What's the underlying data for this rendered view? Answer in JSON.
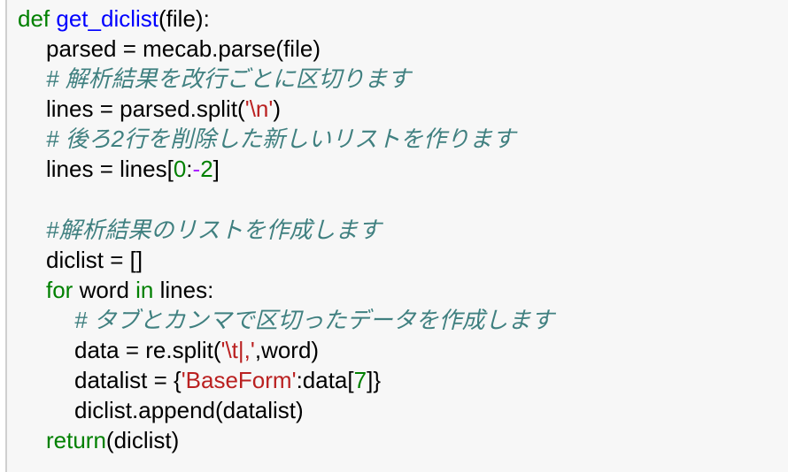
{
  "colors": {
    "keyword": "#008000",
    "function": "#0000ff",
    "string": "#ba2121",
    "number": "#008000",
    "operator": "#aa22ff",
    "comment": "#408080",
    "background": "#f7f7f7"
  },
  "code_lines": [
    {
      "indent": 0,
      "tokens": [
        [
          "k",
          "def"
        ],
        [
          "p",
          " "
        ],
        [
          "f",
          "get_diclist"
        ],
        [
          "p",
          "(file):"
        ]
      ]
    },
    {
      "indent": 1,
      "tokens": [
        [
          "p",
          "parsed = mecab.parse(file)"
        ]
      ]
    },
    {
      "indent": 1,
      "tokens": [
        [
          "c",
          "# 解析結果を改行ごとに区切ります"
        ]
      ]
    },
    {
      "indent": 1,
      "tokens": [
        [
          "p",
          "lines = parsed.split("
        ],
        [
          "s",
          "'\\n'"
        ],
        [
          "p",
          ")"
        ]
      ]
    },
    {
      "indent": 1,
      "tokens": [
        [
          "c",
          "# 後ろ2行を削除した新しいリストを作ります"
        ]
      ]
    },
    {
      "indent": 1,
      "tokens": [
        [
          "p",
          "lines = lines["
        ],
        [
          "n",
          "0"
        ],
        [
          "p",
          ":"
        ],
        [
          "o",
          "-"
        ],
        [
          "n",
          "2"
        ],
        [
          "p",
          "]"
        ]
      ]
    },
    {
      "indent": 0,
      "tokens": []
    },
    {
      "indent": 1,
      "tokens": [
        [
          "c",
          "#解析結果のリストを作成します"
        ]
      ]
    },
    {
      "indent": 1,
      "tokens": [
        [
          "p",
          "diclist = []"
        ]
      ]
    },
    {
      "indent": 1,
      "tokens": [
        [
          "k",
          "for"
        ],
        [
          "p",
          " word "
        ],
        [
          "k",
          "in"
        ],
        [
          "p",
          " lines:"
        ]
      ]
    },
    {
      "indent": 2,
      "tokens": [
        [
          "c",
          "# タブとカンマで区切ったデータを作成します"
        ]
      ]
    },
    {
      "indent": 2,
      "tokens": [
        [
          "p",
          "data = re.split("
        ],
        [
          "s",
          "'\\t|,'"
        ],
        [
          "p",
          ",word)"
        ]
      ]
    },
    {
      "indent": 2,
      "tokens": [
        [
          "p",
          "datalist = {"
        ],
        [
          "s",
          "'BaseForm'"
        ],
        [
          "p",
          ":data["
        ],
        [
          "n",
          "7"
        ],
        [
          "p",
          "]}"
        ]
      ]
    },
    {
      "indent": 2,
      "tokens": [
        [
          "p",
          "diclist.append(datalist)"
        ]
      ]
    },
    {
      "indent": 1,
      "tokens": [
        [
          "k",
          "return"
        ],
        [
          "p",
          "(diclist)"
        ]
      ]
    }
  ]
}
